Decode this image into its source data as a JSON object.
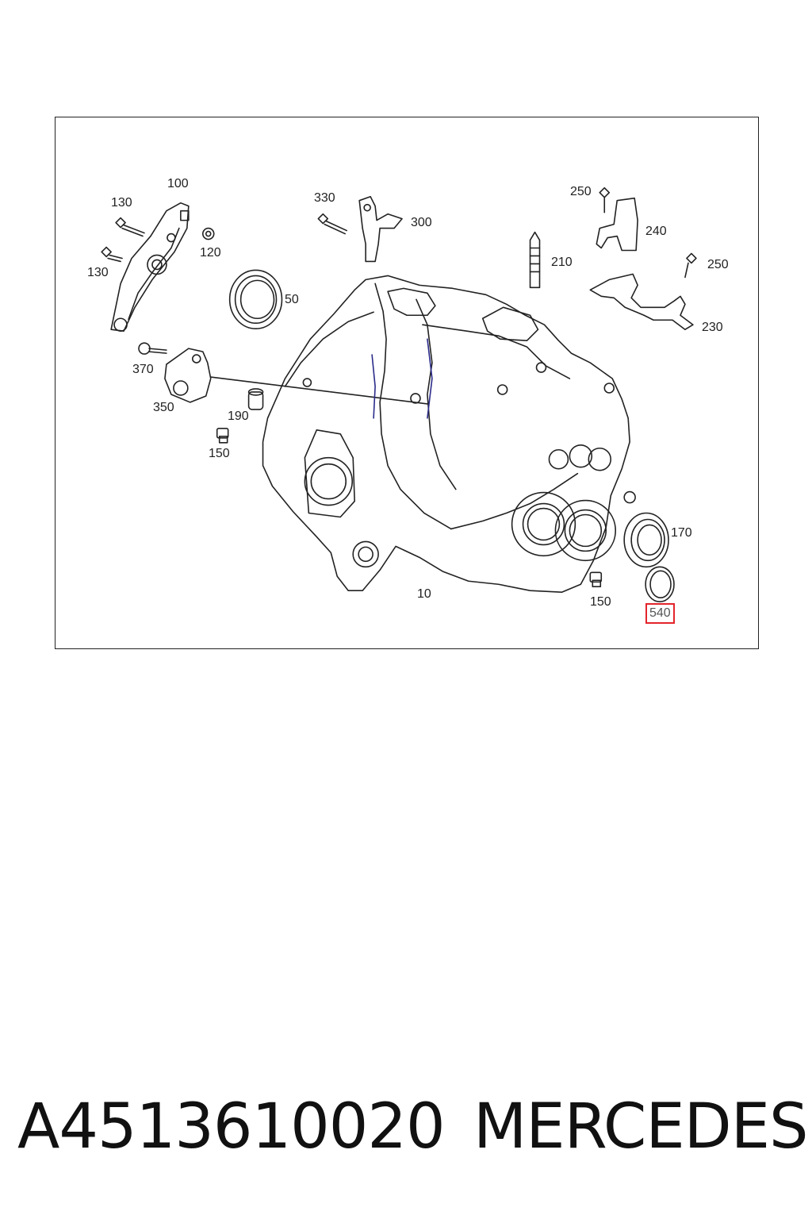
{
  "diagram": {
    "callouts": {
      "c100": "100",
      "c130a": "130",
      "c130b": "130",
      "c120": "120",
      "c330": "330",
      "c300": "300",
      "c250a": "250",
      "c240": "240",
      "c250b": "250",
      "c210": "210",
      "c50": "50",
      "c230": "230",
      "c370": "370",
      "c350": "350",
      "c190": "190",
      "c150a": "150",
      "c170": "170",
      "c10": "10",
      "c150b": "150",
      "c540": "540"
    },
    "highlighted_callout": "540",
    "highlight_color": "#e3242b",
    "line_color": "#222222",
    "accent_line_color": "#2a2a8a"
  },
  "footer": {
    "part_number": "A4513610020",
    "brand": "MERCEDES"
  }
}
